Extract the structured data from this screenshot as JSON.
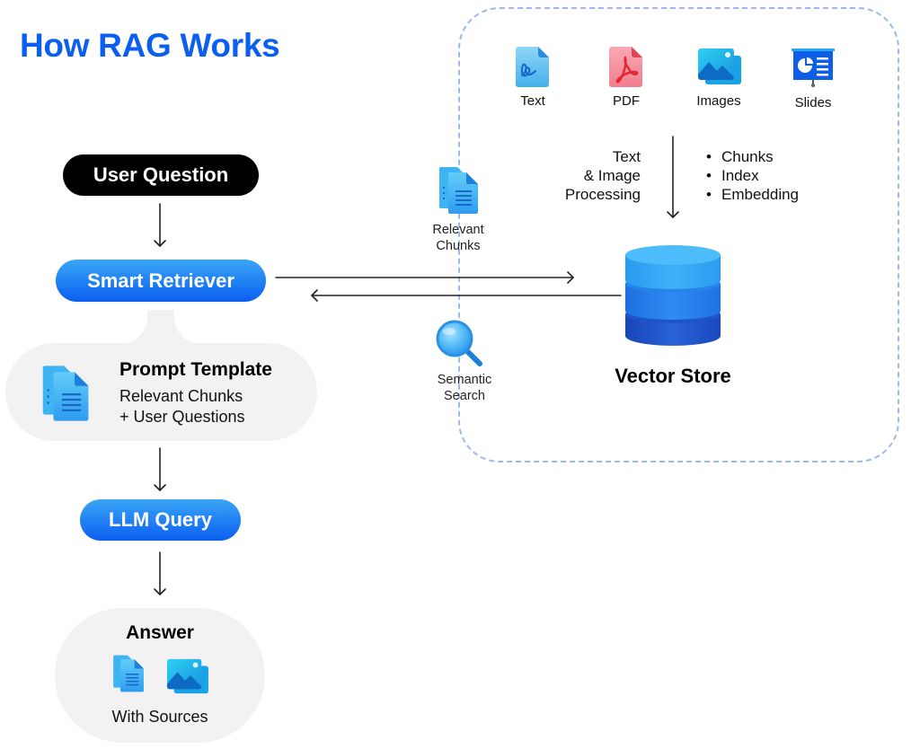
{
  "title": "How RAG Works",
  "flow": {
    "user_question": "User Question",
    "smart_retriever": "Smart Retriever",
    "prompt_template": {
      "title": "Prompt Template",
      "line1": "Relevant Chunks",
      "line2": "+ User Questions",
      "icon": "documents-icon"
    },
    "llm_query": "LLM Query",
    "answer": {
      "title": "Answer",
      "subtitle": "With Sources",
      "icons": [
        "documents-icon",
        "images-icon"
      ]
    }
  },
  "sources": [
    {
      "label": "Text",
      "icon": "text-file-icon"
    },
    {
      "label": "PDF",
      "icon": "pdf-file-icon"
    },
    {
      "label": "Images",
      "icon": "images-icon"
    },
    {
      "label": "Slides",
      "icon": "slides-icon"
    }
  ],
  "processing": {
    "label_lines": [
      "Text",
      "& Image",
      "Processing"
    ],
    "steps": [
      "Chunks",
      "Index",
      "Embedding"
    ]
  },
  "vector_store": {
    "label": "Vector Store",
    "icon": "database-icon"
  },
  "edges": {
    "relevant_chunks": {
      "lines": [
        "Relevant",
        "Chunks"
      ],
      "icon": "documents-icon"
    },
    "semantic_search": {
      "lines": [
        "Semantic",
        "Search"
      ],
      "icon": "magnifier-icon"
    }
  },
  "colors": {
    "title": "#0a5ef0",
    "accent_blue": "#1f7ff3",
    "dashed_border": "#9bb9ea",
    "panel_gray": "#f2f2f2",
    "pdf_red": "#e8323c"
  }
}
